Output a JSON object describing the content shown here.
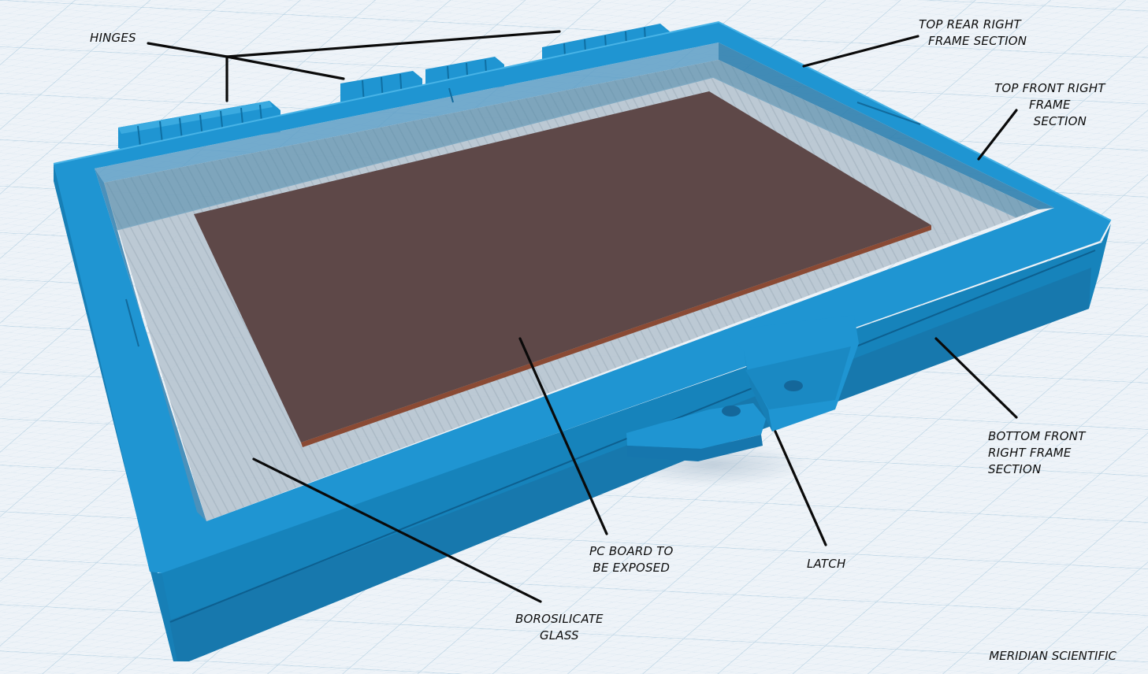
{
  "diagram": {
    "labels": {
      "hinges": [
        "HINGES"
      ],
      "top_rear_right": [
        "TOP REAR RIGHT",
        "FRAME SECTION"
      ],
      "top_front_right": [
        "TOP FRONT RIGHT",
        "FRAME",
        "SECTION"
      ],
      "bottom_front_right": [
        "BOTTOM FRONT",
        "RIGHT FRAME",
        "SECTION"
      ],
      "pc_board": [
        "PC BOARD TO",
        "BE EXPOSED"
      ],
      "latch": [
        "LATCH"
      ],
      "borosilicate_glass": [
        "BOROSILICATE",
        "GLASS"
      ]
    },
    "watermark": "MERIDIAN SCIENTIFIC"
  },
  "colors": {
    "workplane": "#eef3f8",
    "grid_minor": "#cfe0ec",
    "grid_major": "#a9c9dd",
    "frame_top": "#1f95d2",
    "frame_side": "#177fb6",
    "frame_dark": "#12679a",
    "glass": "#b9c7d2",
    "pcb": "#5e4848",
    "pcb_edge": "#8a4a34",
    "leader": "#0a0a0a"
  }
}
